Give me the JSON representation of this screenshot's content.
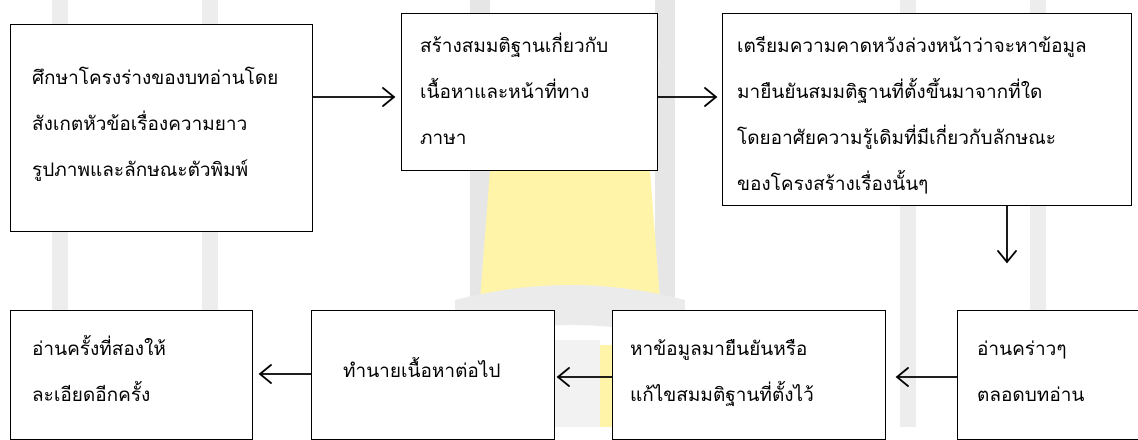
{
  "flow": {
    "step1": [
      "ศึกษาโครงร่างของบทอ่านโดย",
      "สังเกตหัวข้อเรื่องความยาว",
      "รูปภาพและลักษณะตัวพิมพ์"
    ],
    "step2": [
      "สร้างสมมติฐานเกี่ยวกับ",
      "เนื้อหาและหน้าที่ทาง",
      "ภาษา"
    ],
    "step3": [
      "เตรียมความคาดหวังล่วงหน้าว่าจะหาข้อมูล",
      "มายืนยันสมมติฐานที่ตั้งขึ้นมาจากที่ใด",
      "โดยอาศัยความรู้เดิมที่มีเกี่ยวกับลักษณะ",
      "ของโครงสร้างเรื่องนั้นๆ"
    ],
    "step4": [
      "อ่านคร่าวๆ",
      "ตลอดบทอ่าน"
    ],
    "step5": [
      "หาข้อมูลมายืนยันหรือ",
      "แก้ไขสมมติฐานที่ตั้งไว้"
    ],
    "step6": [
      "ทำนายเนื้อหาต่อไป"
    ],
    "step7": [
      "อ่านครั้งที่สองให้",
      "ละเอียดอีกครั้ง"
    ]
  },
  "colors": {
    "watermark_gray": "#e9e9e9",
    "watermark_yellow": "#fff6b3",
    "line": "#000000"
  }
}
